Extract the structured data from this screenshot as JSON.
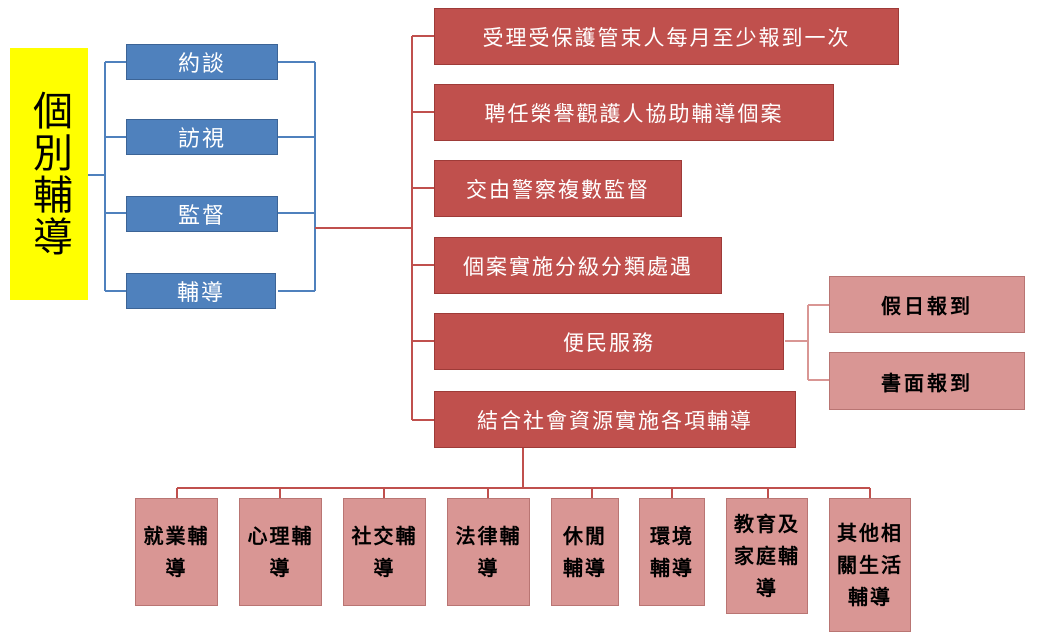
{
  "root": {
    "label": "個別輔導"
  },
  "methods": [
    "約談",
    "訪視",
    "監督",
    "輔導"
  ],
  "measures": [
    "受理受保護管束人每月至少報到一次",
    "聘任榮譽觀護人協助輔導個案",
    "交由警察複數監督",
    "個案實施分級分類處遇",
    "便民服務",
    "結合社會資源實施各項輔導"
  ],
  "convenience": [
    "假日報到",
    "書面報到"
  ],
  "resources": [
    "就業輔導",
    "心理輔導",
    "社交輔導",
    "法律輔導",
    "休閒輔導",
    "環境輔導",
    "教育及家庭輔導",
    "其他相關生活輔導"
  ],
  "colors": {
    "root_fill": "#ffff00",
    "method_fill": "#4f81bd",
    "measure_fill": "#c0504d",
    "sub_fill": "#d99694",
    "connector_blue": "#4f81bd",
    "connector_red": "#c0504d"
  }
}
